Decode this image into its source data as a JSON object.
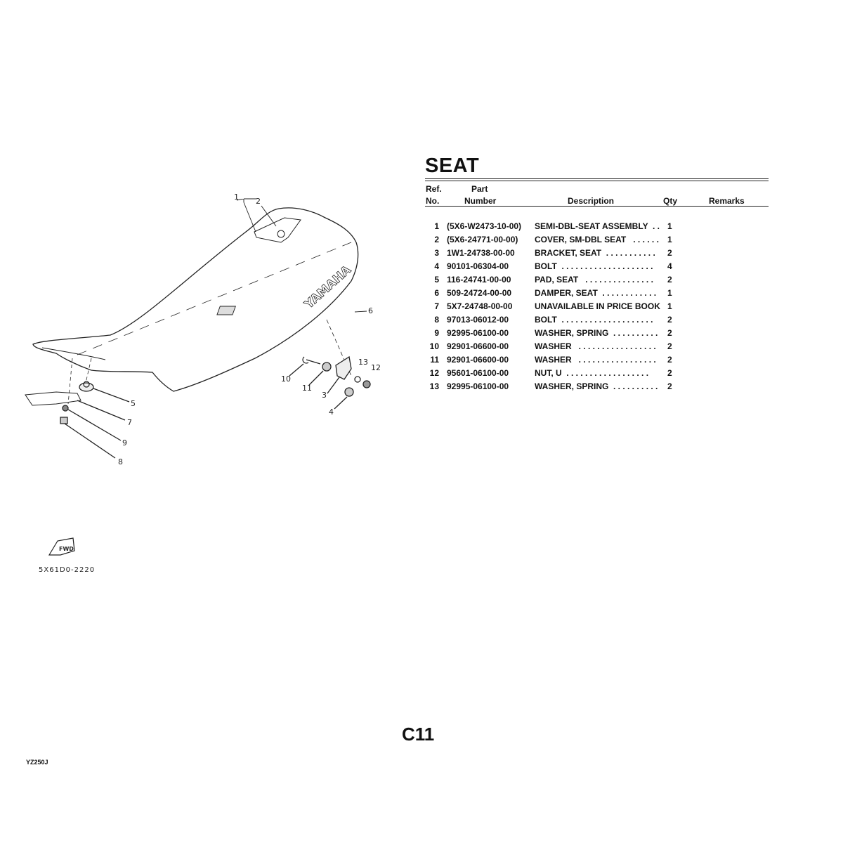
{
  "title": "SEAT",
  "table": {
    "headers": {
      "ref_top": "Ref.",
      "ref_bottom": "No.",
      "part_top": "Part",
      "part_bottom": "Number",
      "description": "Description",
      "qty": "Qty",
      "remarks": "Remarks"
    },
    "rows": [
      {
        "ref": "1",
        "part": "(5X6-W2473-10-00)",
        "desc": "SEMI-DBL-SEAT ASSEMBLY  . .",
        "qty": "1"
      },
      {
        "ref": "2",
        "part": "(5X6-24771-00-00)",
        "desc": "COVER, SM-DBL SEAT   . . . . . .",
        "qty": "1"
      },
      {
        "ref": "3",
        "part": "1W1-24738-00-00",
        "desc": "BRACKET, SEAT  . . . . . . . . . . .",
        "qty": "2"
      },
      {
        "ref": "4",
        "part": "90101-06304-00",
        "desc": "BOLT  . . . . . . . . . . . . . . . . . . . .",
        "qty": "4"
      },
      {
        "ref": "5",
        "part": "116-24741-00-00",
        "desc": "PAD, SEAT   . . . . . . . . . . . . . . .",
        "qty": "2"
      },
      {
        "ref": "6",
        "part": "509-24724-00-00",
        "desc": "DAMPER, SEAT  . . . . . . . . . . . .",
        "qty": "1"
      },
      {
        "ref": "7",
        "part": "5X7-24748-00-00",
        "desc": "UNAVAILABLE IN PRICE BOOK",
        "qty": "1"
      },
      {
        "ref": "8",
        "part": "97013-06012-00",
        "desc": "BOLT  . . . . . . . . . . . . . . . . . . . .",
        "qty": "2"
      },
      {
        "ref": "9",
        "part": "92995-06100-00",
        "desc": "WASHER, SPRING  . . . . . . . . . .",
        "qty": "2"
      },
      {
        "ref": "10",
        "part": "92901-06600-00",
        "desc": "WASHER   . . . . . . . . . . . . . . . . .",
        "qty": "2"
      },
      {
        "ref": "11",
        "part": "92901-06600-00",
        "desc": "WASHER   . . . . . . . . . . . . . . . . .",
        "qty": "2"
      },
      {
        "ref": "12",
        "part": "95601-06100-00",
        "desc": "NUT, U  . . . . . . . . . . . . . . . . . .",
        "qty": "2"
      },
      {
        "ref": "13",
        "part": "92995-06100-00",
        "desc": "WASHER, SPRING  . . . . . . . . . .",
        "qty": "2"
      }
    ]
  },
  "diagram": {
    "brand": "YAMAHA",
    "fwd": "FWD",
    "code": "5X61D0-2220",
    "callouts": [
      "1",
      "2",
      "3",
      "4",
      "5",
      "6",
      "7",
      "8",
      "9",
      "10",
      "11",
      "12",
      "13"
    ]
  },
  "footer": {
    "page": "C11",
    "model": "YZ250J"
  }
}
